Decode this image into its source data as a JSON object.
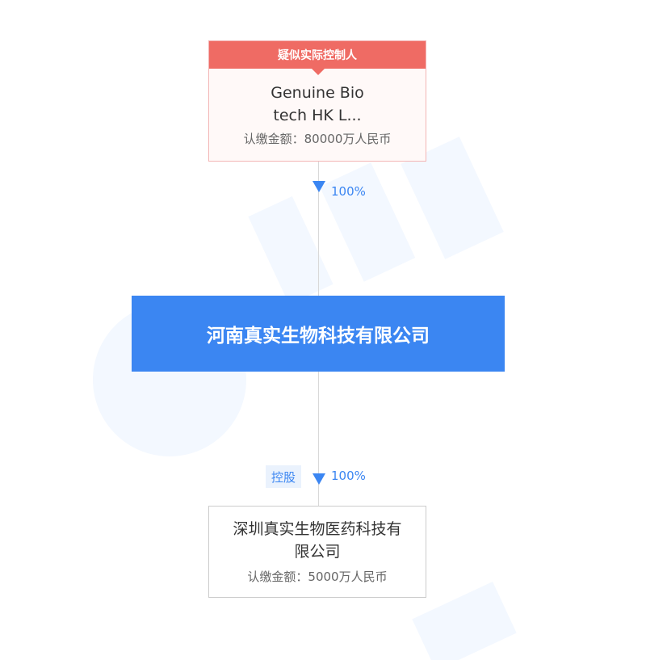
{
  "controller": {
    "badge": "疑似实际控制人",
    "name_line1": "Genuine Bio",
    "name_line2": "tech HK L...",
    "amount": "认缴金额：80000万人民币"
  },
  "edges": {
    "top_percent": "100%",
    "bottom_tag": "控股",
    "bottom_percent": "100%"
  },
  "company": {
    "name": "河南真实生物科技有限公司"
  },
  "subsidiary": {
    "name_line1": "深圳真实生物医药科技有",
    "name_line2": "限公司",
    "amount": "认缴金额：5000万人民币"
  },
  "colors": {
    "primary": "#3b86f2",
    "badge": "#ef6b64"
  }
}
